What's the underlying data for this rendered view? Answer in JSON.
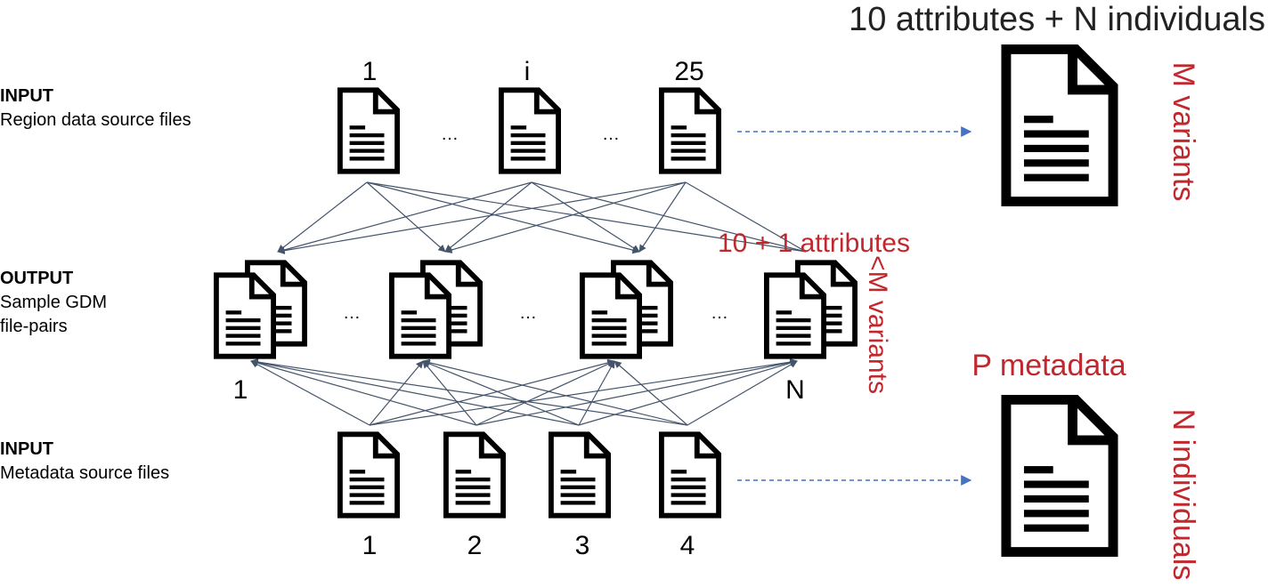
{
  "labels": {
    "input_region_title": "INPUT",
    "input_region_subtitle": "Region data source files",
    "output_title": "OUTPUT",
    "output_subtitle_1": "Sample  GDM",
    "output_subtitle_2": "file-pairs",
    "input_meta_title": "INPUT",
    "input_meta_subtitle": "Metadata source files"
  },
  "region_files": {
    "numbers": [
      "1",
      "i",
      "25"
    ],
    "ellipses": [
      "…",
      "…"
    ]
  },
  "sample_pairs": {
    "numbers": [
      "1",
      "N"
    ],
    "ellipses": [
      "…",
      "…",
      "…"
    ]
  },
  "metadata_files": {
    "numbers": [
      "1",
      "2",
      "3",
      "4"
    ]
  },
  "annotations": {
    "region_output_title": "10 attributes + N individuals",
    "region_output_side": "M variants",
    "sample_attrs": "10 + 1 attributes",
    "sample_variants": "<M variants",
    "meta_output_title": "P metadata",
    "meta_output_side": "N individuals"
  },
  "colors": {
    "annotation_red": "#c0282d",
    "connector": "#44546a",
    "arrow_blue": "#4472c4"
  },
  "icons": {
    "document": "document-icon",
    "document_pair": "document-pair-icon"
  }
}
